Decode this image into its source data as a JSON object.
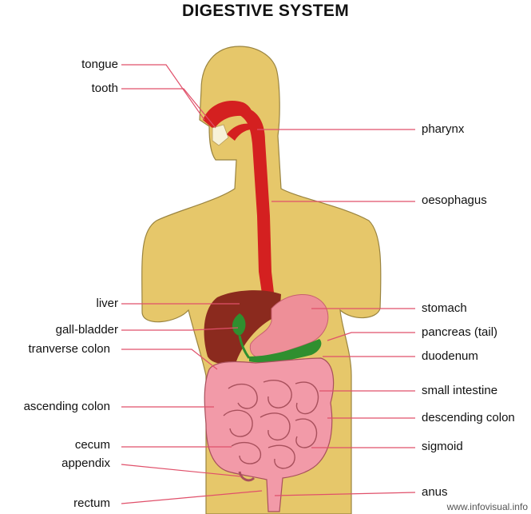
{
  "title": "DIGESTIVE SYSTEM",
  "labels_left": [
    {
      "id": "tongue",
      "text": "tongue"
    },
    {
      "id": "tooth",
      "text": "tooth"
    },
    {
      "id": "liver",
      "text": "liver"
    },
    {
      "id": "gall-bladder",
      "text": "gall-bladder"
    },
    {
      "id": "tranverse-colon",
      "text": "tranverse colon"
    },
    {
      "id": "ascending-colon",
      "text": "ascending colon"
    },
    {
      "id": "cecum",
      "text": "cecum"
    },
    {
      "id": "appendix",
      "text": "appendix"
    },
    {
      "id": "rectum",
      "text": "rectum"
    }
  ],
  "labels_right": [
    {
      "id": "pharynx",
      "text": "pharynx"
    },
    {
      "id": "oesophagus",
      "text": "oesophagus"
    },
    {
      "id": "stomach",
      "text": "stomach"
    },
    {
      "id": "pancreas-tail",
      "text": "pancreas (tail)"
    },
    {
      "id": "duodenum",
      "text": "duodenum"
    },
    {
      "id": "small-intestine",
      "text": "small intestine"
    },
    {
      "id": "descending-colon",
      "text": "descending colon"
    },
    {
      "id": "sigmoid",
      "text": "sigmoid"
    },
    {
      "id": "anus",
      "text": "anus"
    }
  ],
  "watermark": "www.infovisual.info",
  "colors": {
    "body": "#e6c76a",
    "body_outline": "#9a8440",
    "oesophagus": "#d42020",
    "liver": "#8b2a1e",
    "stomach": "#ee8f98",
    "intestine": "#f29aa8",
    "intestine_line": "#a8505c",
    "pancreas": "#2f8f2f",
    "leader": "#e0506a"
  }
}
